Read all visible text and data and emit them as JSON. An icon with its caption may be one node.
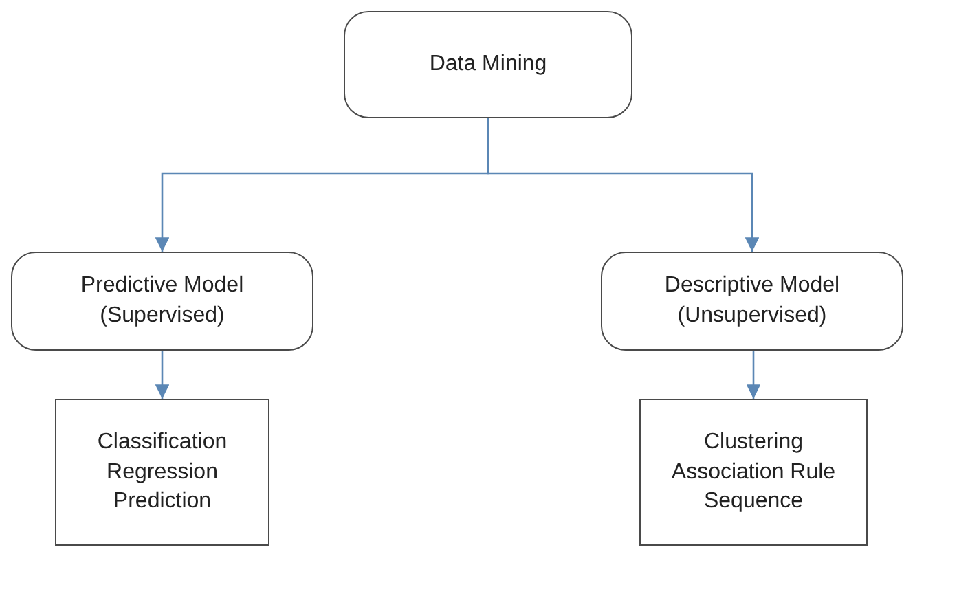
{
  "diagram": {
    "nodes": [
      {
        "text": [
          "Data Mining"
        ]
      },
      {
        "text": [
          "Predictive Model (Supervised)"
        ]
      },
      {
        "text": [
          "Descriptive Model (Unsupervised)"
        ]
      },
      {
        "text": [
          "Classification",
          "Regression",
          "Prediction"
        ]
      },
      {
        "text": [
          "Clustering",
          "Association Rule",
          "Sequence"
        ]
      }
    ],
    "edges": [
      {
        "from": 0,
        "to": 1,
        "arrow": "to"
      },
      {
        "from": 0,
        "to": 2,
        "arrow": "to"
      },
      {
        "from": 1,
        "to": 3,
        "arrow": "to"
      },
      {
        "from": 2,
        "to": 4,
        "arrow": "to"
      }
    ]
  }
}
